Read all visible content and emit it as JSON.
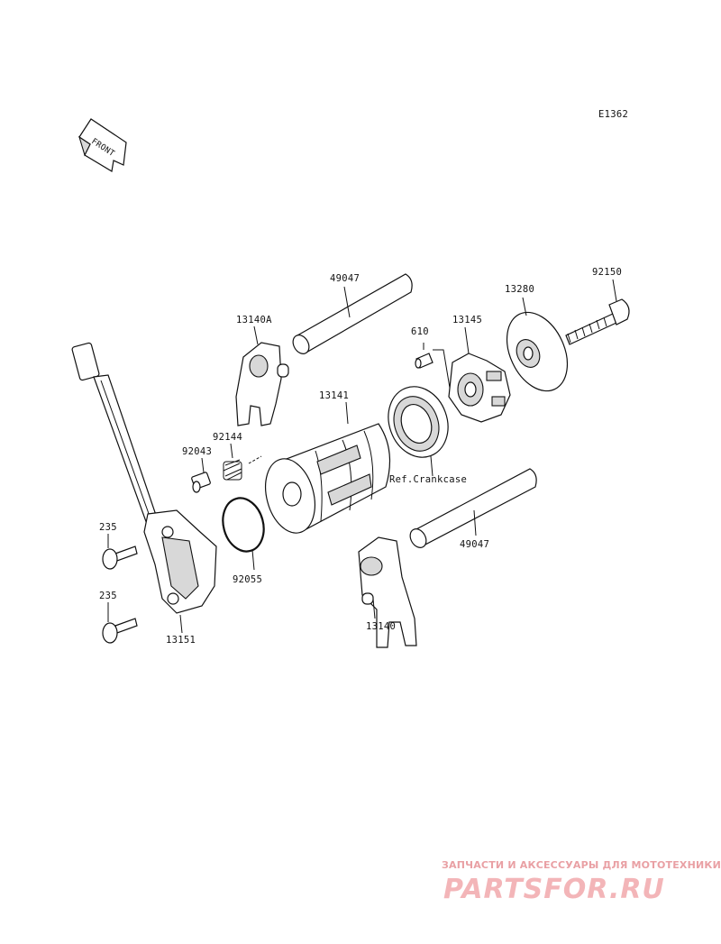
{
  "diagram": {
    "code": "E1362",
    "front_label": "FRONT",
    "parts": [
      {
        "id": "49047_top",
        "label": "49047"
      },
      {
        "id": "92150",
        "label": "92150"
      },
      {
        "id": "13280",
        "label": "13280"
      },
      {
        "id": "13140A",
        "label": "13140A"
      },
      {
        "id": "610",
        "label": "610"
      },
      {
        "id": "13145",
        "label": "13145"
      },
      {
        "id": "13141",
        "label": "13141"
      },
      {
        "id": "92144",
        "label": "92144"
      },
      {
        "id": "92043",
        "label": "92043"
      },
      {
        "id": "crankcase",
        "label": "Ref.Crankcase"
      },
      {
        "id": "235_a",
        "label": "235"
      },
      {
        "id": "92055",
        "label": "92055"
      },
      {
        "id": "49047_bottom",
        "label": "49047"
      },
      {
        "id": "235_b",
        "label": "235"
      },
      {
        "id": "13140",
        "label": "13140"
      },
      {
        "id": "13151",
        "label": "13151"
      }
    ]
  },
  "watermark": {
    "line1": "ЗАПЧАСТИ И АКСЕССУАРЫ ДЛЯ МОТОТЕХНИКИ",
    "line2": "PARTSFOR.RU"
  }
}
